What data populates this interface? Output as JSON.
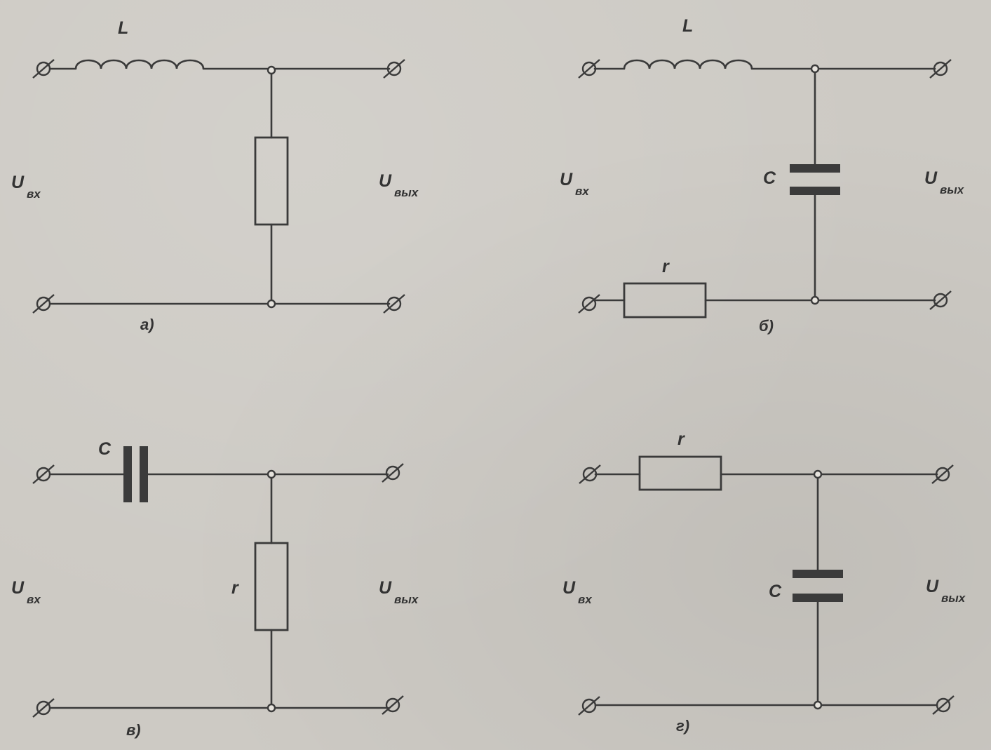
{
  "diagrams": {
    "a": {
      "inductor_label": "L",
      "input_label": "U",
      "input_sub": "вх",
      "output_label": "U",
      "output_sub": "вых",
      "caption": "а)"
    },
    "b": {
      "inductor_label": "L",
      "capacitor_label": "C",
      "resistor_label": "r",
      "input_label": "U",
      "input_sub": "вх",
      "output_label": "U",
      "output_sub": "вых",
      "caption": "б)"
    },
    "c": {
      "capacitor_label": "C",
      "resistor_label": "r",
      "input_label": "U",
      "input_sub": "вх",
      "output_label": "U",
      "output_sub": "вых",
      "caption": "в)"
    },
    "d": {
      "resistor_label": "r",
      "capacitor_label": "C",
      "input_label": "U",
      "input_sub": "вх",
      "output_label": "U",
      "output_sub": "вых",
      "caption": "г)"
    }
  }
}
